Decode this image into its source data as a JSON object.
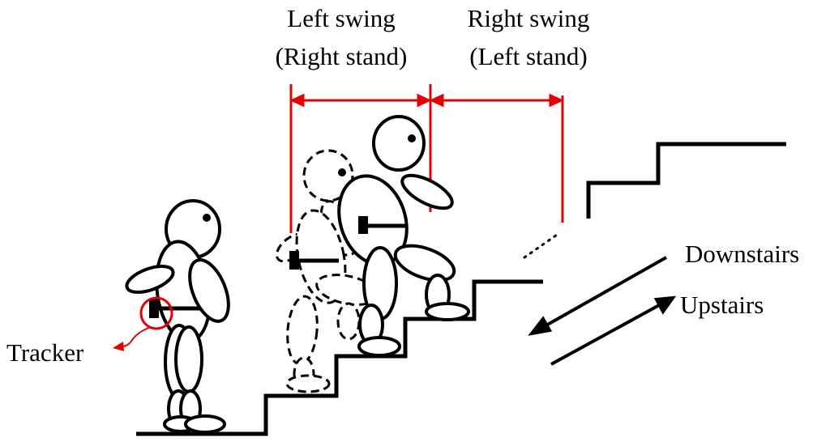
{
  "labels": {
    "left_swing_line1": "Left swing",
    "left_swing_line2": "(Right stand)",
    "right_swing_line1": "Right swing",
    "right_swing_line2": "(Left stand)",
    "downstairs": "Downstairs",
    "upstairs": "Upstairs",
    "tracker": "Tracker"
  },
  "colors": {
    "ink": "#000000",
    "accent": "#e60000",
    "background": "#ffffff"
  },
  "icons": {
    "tracker_device": "tracker-device-icon",
    "figure": "stick-figure"
  }
}
